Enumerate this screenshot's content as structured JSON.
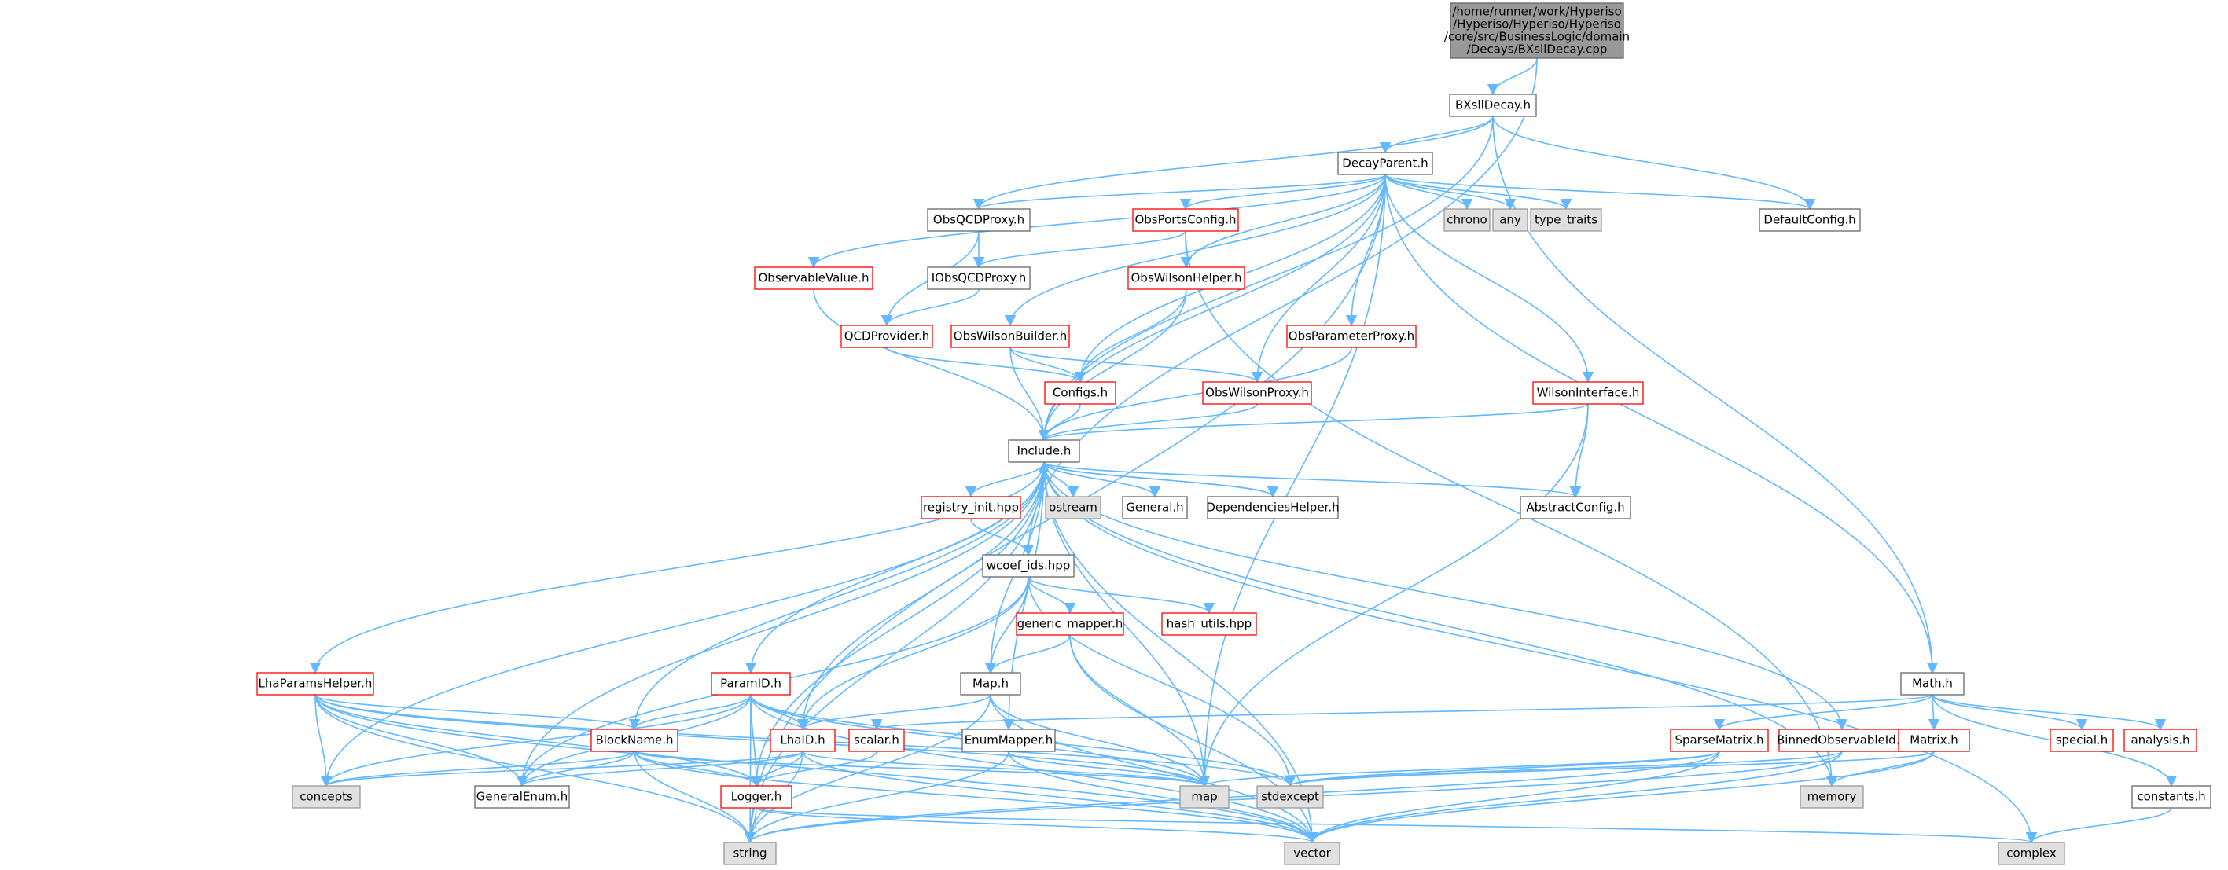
{
  "styles": {
    "edge_color": "#63b8ff",
    "normal_fill": "#ffffff",
    "normal_border": "#666666",
    "normal_text": "#000000",
    "warn_border": "#ff0000",
    "warn_text": "#000000",
    "system_fill": "#e0e0e0",
    "system_border": "#999999",
    "root_fill": "#999999",
    "root_border": "#666666"
  },
  "nodes": [
    {
      "id": "root",
      "label": [
        "/home/runner/work/Hyperiso",
        "/Hyperiso/Hyperiso/Hyperiso",
        "/core/src/BusinessLogic/domain",
        "/Decays/BXsllDecay.cpp"
      ],
      "kind": "root"
    },
    {
      "id": "bxsll",
      "label": [
        "BXsllDecay.h"
      ],
      "kind": "normal"
    },
    {
      "id": "decayparent",
      "label": [
        "DecayParent.h"
      ],
      "kind": "normal"
    },
    {
      "id": "obsqcdproxy",
      "label": [
        "ObsQCDProxy.h"
      ],
      "kind": "normal"
    },
    {
      "id": "obsportsconfig",
      "label": [
        "ObsPortsConfig.h"
      ],
      "kind": "warn"
    },
    {
      "id": "chrono",
      "label": [
        "chrono"
      ],
      "kind": "system"
    },
    {
      "id": "any",
      "label": [
        "any"
      ],
      "kind": "system"
    },
    {
      "id": "type_traits",
      "label": [
        "type_traits"
      ],
      "kind": "system"
    },
    {
      "id": "defaultconfig",
      "label": [
        "DefaultConfig.h"
      ],
      "kind": "normal"
    },
    {
      "id": "observablevalue",
      "label": [
        "ObservableValue.h"
      ],
      "kind": "warn"
    },
    {
      "id": "iobsqcdproxy",
      "label": [
        "IObsQCDProxy.h"
      ],
      "kind": "normal"
    },
    {
      "id": "obswilsonhelper",
      "label": [
        "ObsWilsonHelper.h"
      ],
      "kind": "warn"
    },
    {
      "id": "qcdprovider",
      "label": [
        "QCDProvider.h"
      ],
      "kind": "warn"
    },
    {
      "id": "obswilsonbuilder",
      "label": [
        "ObsWilsonBuilder.h"
      ],
      "kind": "warn"
    },
    {
      "id": "obsparameterproxy",
      "label": [
        "ObsParameterProxy.h"
      ],
      "kind": "warn"
    },
    {
      "id": "wilsoninterface",
      "label": [
        "WilsonInterface.h"
      ],
      "kind": "warn"
    },
    {
      "id": "configs",
      "label": [
        "Configs.h"
      ],
      "kind": "warn"
    },
    {
      "id": "obswilsonproxy",
      "label": [
        "ObsWilsonProxy.h"
      ],
      "kind": "warn"
    },
    {
      "id": "include",
      "label": [
        "Include.h"
      ],
      "kind": "normal"
    },
    {
      "id": "registry",
      "label": [
        "registry_init.hpp"
      ],
      "kind": "warn"
    },
    {
      "id": "ostream",
      "label": [
        "ostream"
      ],
      "kind": "system"
    },
    {
      "id": "general",
      "label": [
        "General.h"
      ],
      "kind": "normal"
    },
    {
      "id": "dephelper",
      "label": [
        "DependenciesHelper.h"
      ],
      "kind": "normal"
    },
    {
      "id": "abstractconfig",
      "label": [
        "AbstractConfig.h"
      ],
      "kind": "normal"
    },
    {
      "id": "wcoef",
      "label": [
        "wcoef_ids.hpp"
      ],
      "kind": "normal"
    },
    {
      "id": "genericmapper",
      "label": [
        "generic_mapper.h"
      ],
      "kind": "warn"
    },
    {
      "id": "hashutils",
      "label": [
        "hash_utils.hpp"
      ],
      "kind": "warn"
    },
    {
      "id": "lhaparams",
      "label": [
        "LhaParamsHelper.h"
      ],
      "kind": "warn"
    },
    {
      "id": "paramid",
      "label": [
        "ParamID.h"
      ],
      "kind": "warn"
    },
    {
      "id": "maph",
      "label": [
        "Map.h"
      ],
      "kind": "normal"
    },
    {
      "id": "mathh",
      "label": [
        "Math.h"
      ],
      "kind": "normal"
    },
    {
      "id": "blockname",
      "label": [
        "BlockName.h"
      ],
      "kind": "warn"
    },
    {
      "id": "lhaid",
      "label": [
        "LhaID.h"
      ],
      "kind": "warn"
    },
    {
      "id": "scalar",
      "label": [
        "scalar.h"
      ],
      "kind": "warn"
    },
    {
      "id": "enummapper",
      "label": [
        "EnumMapper.h"
      ],
      "kind": "normal"
    },
    {
      "id": "sparsematrix",
      "label": [
        "SparseMatrix.h"
      ],
      "kind": "warn"
    },
    {
      "id": "binnedobs",
      "label": [
        "BinnedObservableId.h"
      ],
      "kind": "warn"
    },
    {
      "id": "matrix",
      "label": [
        "Matrix.h"
      ],
      "kind": "warn"
    },
    {
      "id": "special",
      "label": [
        "special.h"
      ],
      "kind": "warn"
    },
    {
      "id": "analysis",
      "label": [
        "analysis.h"
      ],
      "kind": "warn"
    },
    {
      "id": "concepts",
      "label": [
        "concepts"
      ],
      "kind": "system"
    },
    {
      "id": "generalenum",
      "label": [
        "GeneralEnum.h"
      ],
      "kind": "normal"
    },
    {
      "id": "logger",
      "label": [
        "Logger.h"
      ],
      "kind": "warn"
    },
    {
      "id": "map",
      "label": [
        "map"
      ],
      "kind": "system"
    },
    {
      "id": "stdexcept",
      "label": [
        "stdexcept"
      ],
      "kind": "system"
    },
    {
      "id": "memory",
      "label": [
        "memory"
      ],
      "kind": "system"
    },
    {
      "id": "constants",
      "label": [
        "constants.h"
      ],
      "kind": "normal"
    },
    {
      "id": "string",
      "label": [
        "string"
      ],
      "kind": "system"
    },
    {
      "id": "vector",
      "label": [
        "vector"
      ],
      "kind": "system"
    },
    {
      "id": "complex",
      "label": [
        "complex"
      ],
      "kind": "system"
    }
  ],
  "edges": [
    [
      "root",
      "bxsll"
    ],
    [
      "root",
      "wcoef"
    ],
    [
      "bxsll",
      "decayparent"
    ],
    [
      "bxsll",
      "obsqcdproxy"
    ],
    [
      "bxsll",
      "defaultconfig"
    ],
    [
      "bxsll",
      "mathh"
    ],
    [
      "bxsll",
      "include"
    ],
    [
      "decayparent",
      "obsqcdproxy"
    ],
    [
      "decayparent",
      "obsportsconfig"
    ],
    [
      "decayparent",
      "chrono"
    ],
    [
      "decayparent",
      "any"
    ],
    [
      "decayparent",
      "type_traits"
    ],
    [
      "decayparent",
      "defaultconfig"
    ],
    [
      "decayparent",
      "observablevalue"
    ],
    [
      "decayparent",
      "obswilsonhelper"
    ],
    [
      "decayparent",
      "obswilsonbuilder"
    ],
    [
      "decayparent",
      "obsparameterproxy"
    ],
    [
      "decayparent",
      "wilsoninterface"
    ],
    [
      "decayparent",
      "configs"
    ],
    [
      "decayparent",
      "obswilsonproxy"
    ],
    [
      "decayparent",
      "include"
    ],
    [
      "decayparent",
      "string"
    ],
    [
      "decayparent",
      "map"
    ],
    [
      "decayparent",
      "mathh"
    ],
    [
      "obsqcdproxy",
      "iobsqcdproxy"
    ],
    [
      "obsqcdproxy",
      "qcdprovider"
    ],
    [
      "obsportsconfig",
      "iobsqcdproxy"
    ],
    [
      "obsportsconfig",
      "obswilsonhelper"
    ],
    [
      "obsportsconfig",
      "memory"
    ],
    [
      "observablevalue",
      "include"
    ],
    [
      "iobsqcdproxy",
      "qcdprovider"
    ],
    [
      "obswilsonhelper",
      "configs"
    ],
    [
      "obswilsonhelper",
      "include"
    ],
    [
      "qcdprovider",
      "configs"
    ],
    [
      "obswilsonbuilder",
      "configs"
    ],
    [
      "obswilsonbuilder",
      "obswilsonproxy"
    ],
    [
      "obswilsonbuilder",
      "include"
    ],
    [
      "obsparameterproxy",
      "include"
    ],
    [
      "wilsoninterface",
      "include"
    ],
    [
      "wilsoninterface",
      "abstractconfig"
    ],
    [
      "wilsoninterface",
      "map"
    ],
    [
      "configs",
      "include"
    ],
    [
      "obswilsonproxy",
      "include"
    ],
    [
      "include",
      "registry"
    ],
    [
      "include",
      "ostream"
    ],
    [
      "include",
      "general"
    ],
    [
      "include",
      "dephelper"
    ],
    [
      "include",
      "abstractconfig"
    ],
    [
      "include",
      "lhaparams"
    ],
    [
      "include",
      "paramid"
    ],
    [
      "include",
      "maph"
    ],
    [
      "include",
      "blockname"
    ],
    [
      "include",
      "lhaid"
    ],
    [
      "include",
      "enummapper"
    ],
    [
      "include",
      "binnedobs"
    ],
    [
      "include",
      "concepts"
    ],
    [
      "include",
      "generalenum"
    ],
    [
      "include",
      "logger"
    ],
    [
      "include",
      "map"
    ],
    [
      "include",
      "memory"
    ],
    [
      "include",
      "string"
    ],
    [
      "include",
      "vector"
    ],
    [
      "include",
      "complex"
    ],
    [
      "dephelper",
      "include"
    ],
    [
      "registry",
      "wcoef"
    ],
    [
      "wcoef",
      "genericmapper"
    ],
    [
      "wcoef",
      "hashutils"
    ],
    [
      "wcoef",
      "maph"
    ],
    [
      "wcoef",
      "lhaid"
    ],
    [
      "wcoef",
      "generalenum"
    ],
    [
      "wcoef",
      "stdexcept"
    ],
    [
      "genericmapper",
      "maph"
    ],
    [
      "genericmapper",
      "map"
    ],
    [
      "genericmapper",
      "vector"
    ],
    [
      "lhaparams",
      "blockname"
    ],
    [
      "lhaparams",
      "concepts"
    ],
    [
      "lhaparams",
      "generalenum"
    ],
    [
      "lhaparams",
      "logger"
    ],
    [
      "lhaparams",
      "map"
    ],
    [
      "lhaparams",
      "string"
    ],
    [
      "lhaparams",
      "vector"
    ],
    [
      "lhaparams",
      "stdexcept"
    ],
    [
      "paramid",
      "blockname"
    ],
    [
      "paramid",
      "lhaid"
    ],
    [
      "paramid",
      "concepts"
    ],
    [
      "paramid",
      "generalenum"
    ],
    [
      "paramid",
      "logger"
    ],
    [
      "paramid",
      "map"
    ],
    [
      "paramid",
      "string"
    ],
    [
      "paramid",
      "vector"
    ],
    [
      "paramid",
      "stdexcept"
    ],
    [
      "maph",
      "lhaid"
    ],
    [
      "maph",
      "map"
    ],
    [
      "maph",
      "string"
    ],
    [
      "maph",
      "vector"
    ],
    [
      "mathh",
      "scalar"
    ],
    [
      "mathh",
      "sparsematrix"
    ],
    [
      "mathh",
      "matrix"
    ],
    [
      "mathh",
      "special"
    ],
    [
      "mathh",
      "analysis"
    ],
    [
      "mathh",
      "constants"
    ],
    [
      "blockname",
      "concepts"
    ],
    [
      "blockname",
      "generalenum"
    ],
    [
      "blockname",
      "logger"
    ],
    [
      "blockname",
      "map"
    ],
    [
      "blockname",
      "string"
    ],
    [
      "blockname",
      "vector"
    ],
    [
      "lhaid",
      "concepts"
    ],
    [
      "lhaid",
      "generalenum"
    ],
    [
      "lhaid",
      "logger"
    ],
    [
      "lhaid",
      "map"
    ],
    [
      "lhaid",
      "string"
    ],
    [
      "lhaid",
      "vector"
    ],
    [
      "scalar",
      "logger"
    ],
    [
      "enummapper",
      "map"
    ],
    [
      "enummapper",
      "string"
    ],
    [
      "enummapper",
      "vector"
    ],
    [
      "sparsematrix",
      "map"
    ],
    [
      "sparsematrix",
      "stdexcept"
    ],
    [
      "sparsematrix",
      "string"
    ],
    [
      "sparsematrix",
      "vector"
    ],
    [
      "binnedobs",
      "stdexcept"
    ],
    [
      "binnedobs",
      "string"
    ],
    [
      "binnedobs",
      "vector"
    ],
    [
      "matrix",
      "memory"
    ],
    [
      "matrix",
      "stdexcept"
    ],
    [
      "matrix",
      "vector"
    ],
    [
      "logger",
      "string"
    ],
    [
      "logger",
      "vector"
    ],
    [
      "logger",
      "complex"
    ],
    [
      "constants",
      "complex"
    ]
  ]
}
